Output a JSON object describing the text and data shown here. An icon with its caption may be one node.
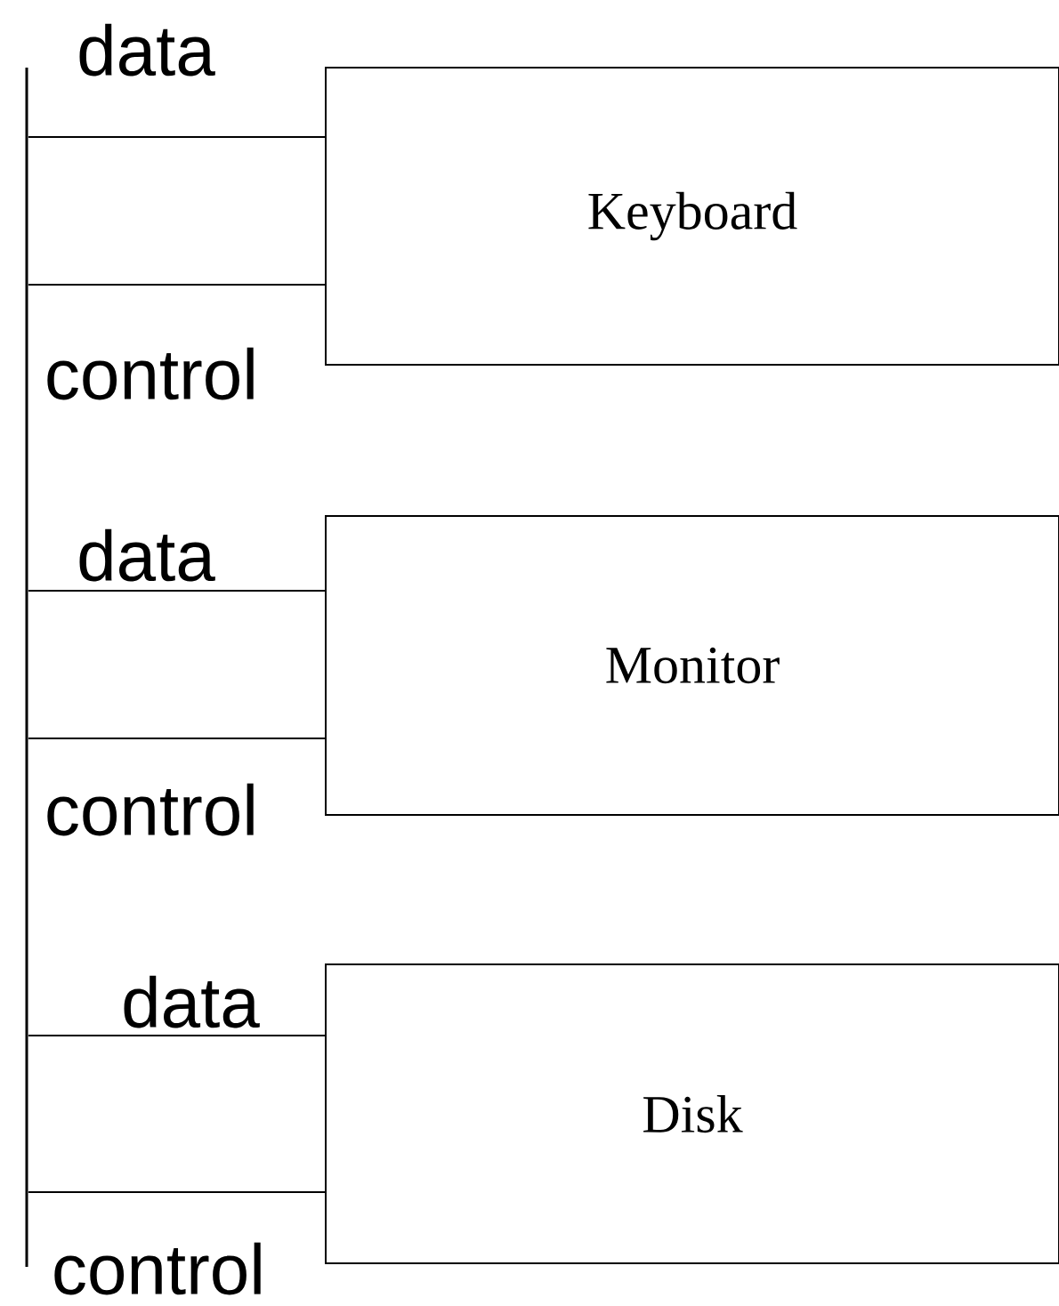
{
  "diagram": {
    "nodes": [
      {
        "text": [],
        "shape": "bar"
      },
      {
        "text": [
          "Keyboard"
        ]
      },
      {
        "text": [
          "Monitor"
        ]
      },
      {
        "text": [
          "Disk"
        ]
      }
    ],
    "edges": [
      {
        "from": 0,
        "to": 1,
        "arrow": "none",
        "label": "data"
      },
      {
        "from": 0,
        "to": 1,
        "arrow": "none",
        "label": "control"
      },
      {
        "from": 0,
        "to": 2,
        "arrow": "none",
        "label": "data"
      },
      {
        "from": 0,
        "to": 2,
        "arrow": "none",
        "label": "control"
      },
      {
        "from": 0,
        "to": 3,
        "arrow": "none",
        "label": "data"
      },
      {
        "from": 0,
        "to": 3,
        "arrow": "none",
        "label": "control"
      }
    ]
  }
}
